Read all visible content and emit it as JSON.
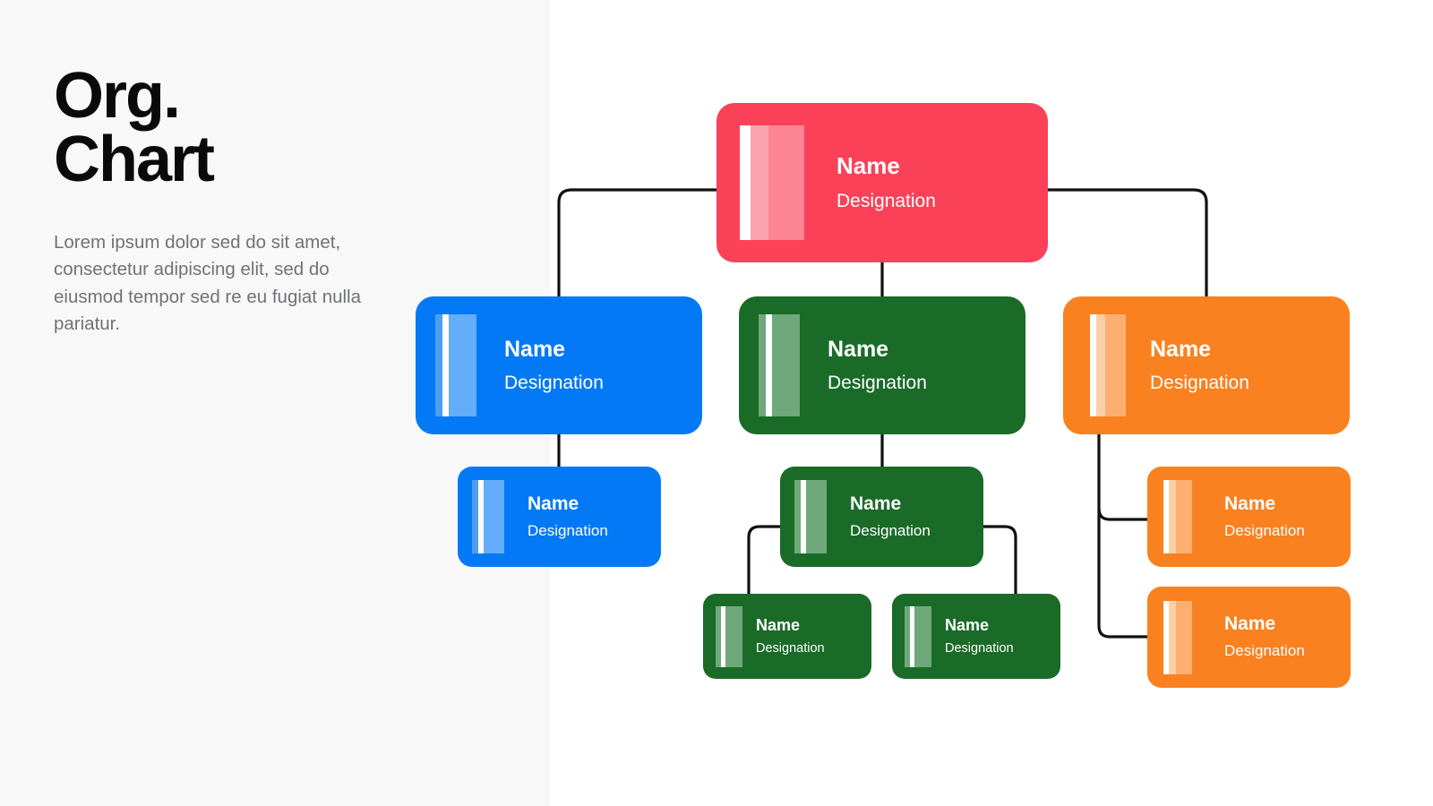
{
  "page": {
    "background": "#ffffff",
    "left_panel_background": "#f8f8f8"
  },
  "left_panel": {
    "title": "Org.\nChart",
    "body": "Lorem ipsum dolor sed do sit amet, consectetur adipiscing elit, sed do eiusmod tempor sed re eu fugiat nulla pariatur."
  },
  "palette": {
    "root": "#fb4158",
    "blue": "#0479f5",
    "green": "#1a6b28",
    "orange": "#f98120",
    "connector": "#111111",
    "title": "#0a0a0a",
    "body": "#6f7277"
  },
  "chart_data": {
    "type": "org-chart",
    "title": "Org. Chart",
    "node_count": 10,
    "levels": 4,
    "nodes": [
      {
        "id": "root",
        "name": "Name",
        "designation": "Designation",
        "color": "#fb4158",
        "parent": null,
        "level": 0
      },
      {
        "id": "blue-1",
        "name": "Name",
        "designation": "Designation",
        "color": "#0479f5",
        "parent": "root",
        "level": 1
      },
      {
        "id": "green-1",
        "name": "Name",
        "designation": "Designation",
        "color": "#1a6b28",
        "parent": "root",
        "level": 1
      },
      {
        "id": "orange-1",
        "name": "Name",
        "designation": "Designation",
        "color": "#f98120",
        "parent": "root",
        "level": 1
      },
      {
        "id": "blue-2",
        "name": "Name",
        "designation": "Designation",
        "color": "#0479f5",
        "parent": "blue-1",
        "level": 2
      },
      {
        "id": "green-2",
        "name": "Name",
        "designation": "Designation",
        "color": "#1a6b28",
        "parent": "green-1",
        "level": 2
      },
      {
        "id": "orange-2",
        "name": "Name",
        "designation": "Designation",
        "color": "#f98120",
        "parent": "orange-1",
        "level": 2
      },
      {
        "id": "orange-3",
        "name": "Name",
        "designation": "Designation",
        "color": "#f98120",
        "parent": "orange-1",
        "level": 2
      },
      {
        "id": "green-3",
        "name": "Name",
        "designation": "Designation",
        "color": "#1a6b28",
        "parent": "green-2",
        "level": 3
      },
      {
        "id": "green-4",
        "name": "Name",
        "designation": "Designation",
        "color": "#1a6b28",
        "parent": "green-2",
        "level": 3
      }
    ]
  },
  "cards": {
    "root": {
      "name": "Name",
      "designation": "Designation"
    },
    "blue1": {
      "name": "Name",
      "designation": "Designation"
    },
    "green1": {
      "name": "Name",
      "designation": "Designation"
    },
    "orange1": {
      "name": "Name",
      "designation": "Designation"
    },
    "blue2": {
      "name": "Name",
      "designation": "Designation"
    },
    "green2": {
      "name": "Name",
      "designation": "Designation"
    },
    "orange2": {
      "name": "Name",
      "designation": "Designation"
    },
    "orange3": {
      "name": "Name",
      "designation": "Designation"
    },
    "green3": {
      "name": "Name",
      "designation": "Designation"
    },
    "green4": {
      "name": "Name",
      "designation": "Designation"
    }
  }
}
